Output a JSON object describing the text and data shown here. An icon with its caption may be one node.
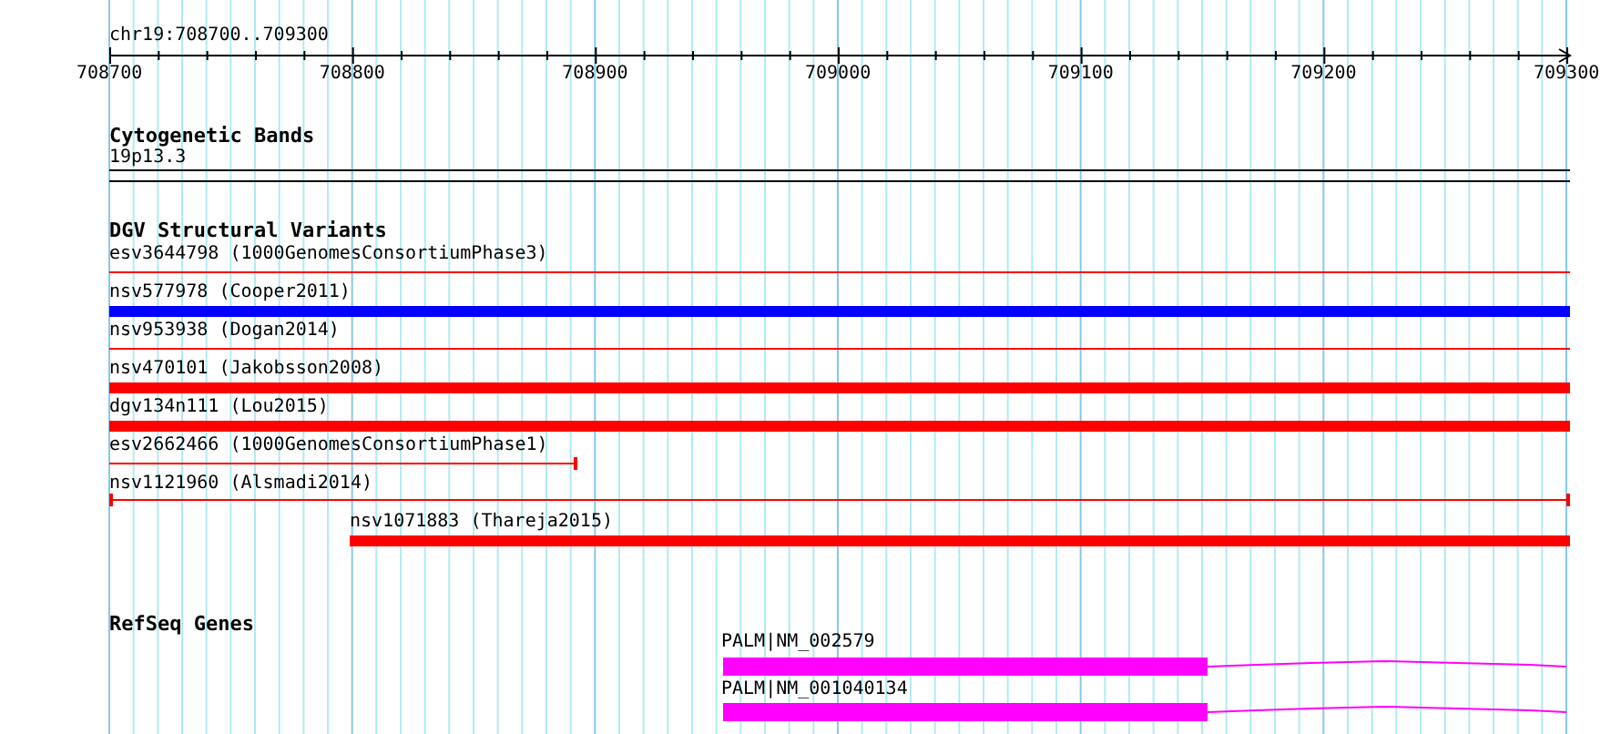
{
  "diagram": {
    "title": "chr19:708700..709300",
    "labels": [
      "708700",
      "708800",
      "708900",
      "709000",
      "709100",
      "709200",
      "709300",
      "Cytogenetic Bands",
      "19p13.3",
      "DGV Structural Variants",
      "esv3644798 (1000GenomesConsortiumPhase3)",
      "nsv577978 (Cooper2011)",
      "nsv953938 (Dogan2014)",
      "nsv470101 (Jakobsson2008)",
      "dgv134n111 (Lou2015)",
      "esv2662466 (1000GenomesConsortiumPhase1)",
      "nsv1121960 (Alsmadi2014)",
      "nsv1071883 (Thareja2015)",
      "RefSeq Genes",
      "PALM|NM_002579",
      "PALM|NM_001040134"
    ]
  }
}
